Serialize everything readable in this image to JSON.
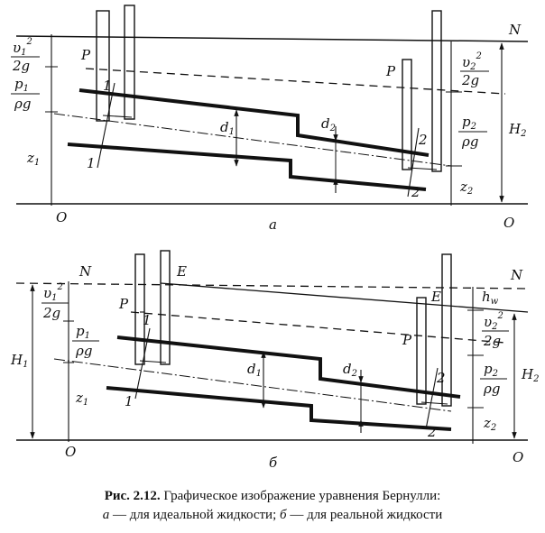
{
  "figure": {
    "top": {
      "panel_label": "а",
      "left_origin": "O",
      "right_origin": "O",
      "plane_label": "N",
      "left_tube_label": "P",
      "right_tube_label": "P",
      "section_1_top": "1",
      "section_1_bottom": "1",
      "section_2_top": "2",
      "section_2_bottom": "2",
      "d1": "d",
      "d1_sub": "1",
      "d2": "d",
      "d2_sub": "2",
      "v1_num": "υ",
      "v1_sub": "1",
      "v1_sup": "2",
      "v1_den": "2g",
      "p1_num": "p",
      "p1_sub": "1",
      "p1_den": "ρg",
      "z1": "z",
      "z1_sub": "1",
      "v2_num": "υ",
      "v2_sub": "2",
      "v2_sup": "2",
      "v2_den": "2g",
      "p2_num": "p",
      "p2_sub": "2",
      "p2_den": "ρg",
      "z2": "z",
      "z2_sub": "2",
      "H2": "H",
      "H2_sub": "2"
    },
    "bottom": {
      "panel_label": "б",
      "left_origin": "O",
      "right_origin": "O",
      "left_plane_label": "N",
      "right_plane_label": "N",
      "left_energy_label": "E",
      "right_energy_label": "E",
      "left_tube_label": "P",
      "right_tube_label": "P",
      "section_1_top": "1",
      "section_1_bottom": "1",
      "section_2_top": "2",
      "section_2_bottom": "2",
      "d1": "d",
      "d1_sub": "1",
      "d2": "d",
      "d2_sub": "2",
      "H1": "H",
      "H1_sub": "1",
      "v1_num": "υ",
      "v1_sub": "1",
      "v1_sup": "2",
      "v1_den": "2g",
      "p1_num": "p",
      "p1_sub": "1",
      "p1_den": "ρg",
      "z1": "z",
      "z1_sub": "1",
      "hw": "h",
      "hw_sub": "w",
      "v2_num": "υ",
      "v2_sub": "2",
      "v2_sup": "2",
      "v2_den": "2g",
      "p2_num": "p",
      "p2_sub": "2",
      "p2_den": "ρg",
      "z2": "z",
      "z2_sub": "2",
      "H2": "H",
      "H2_sub": "2"
    }
  },
  "caption": {
    "lead": "Рис. 2.12.",
    "line1": " Графическое изображение уравнения Бернулли:",
    "a_label": "а",
    "a_text": " — для идеальной жидкости; ",
    "b_label": "б",
    "b_text": " — для реальной жидкости"
  }
}
